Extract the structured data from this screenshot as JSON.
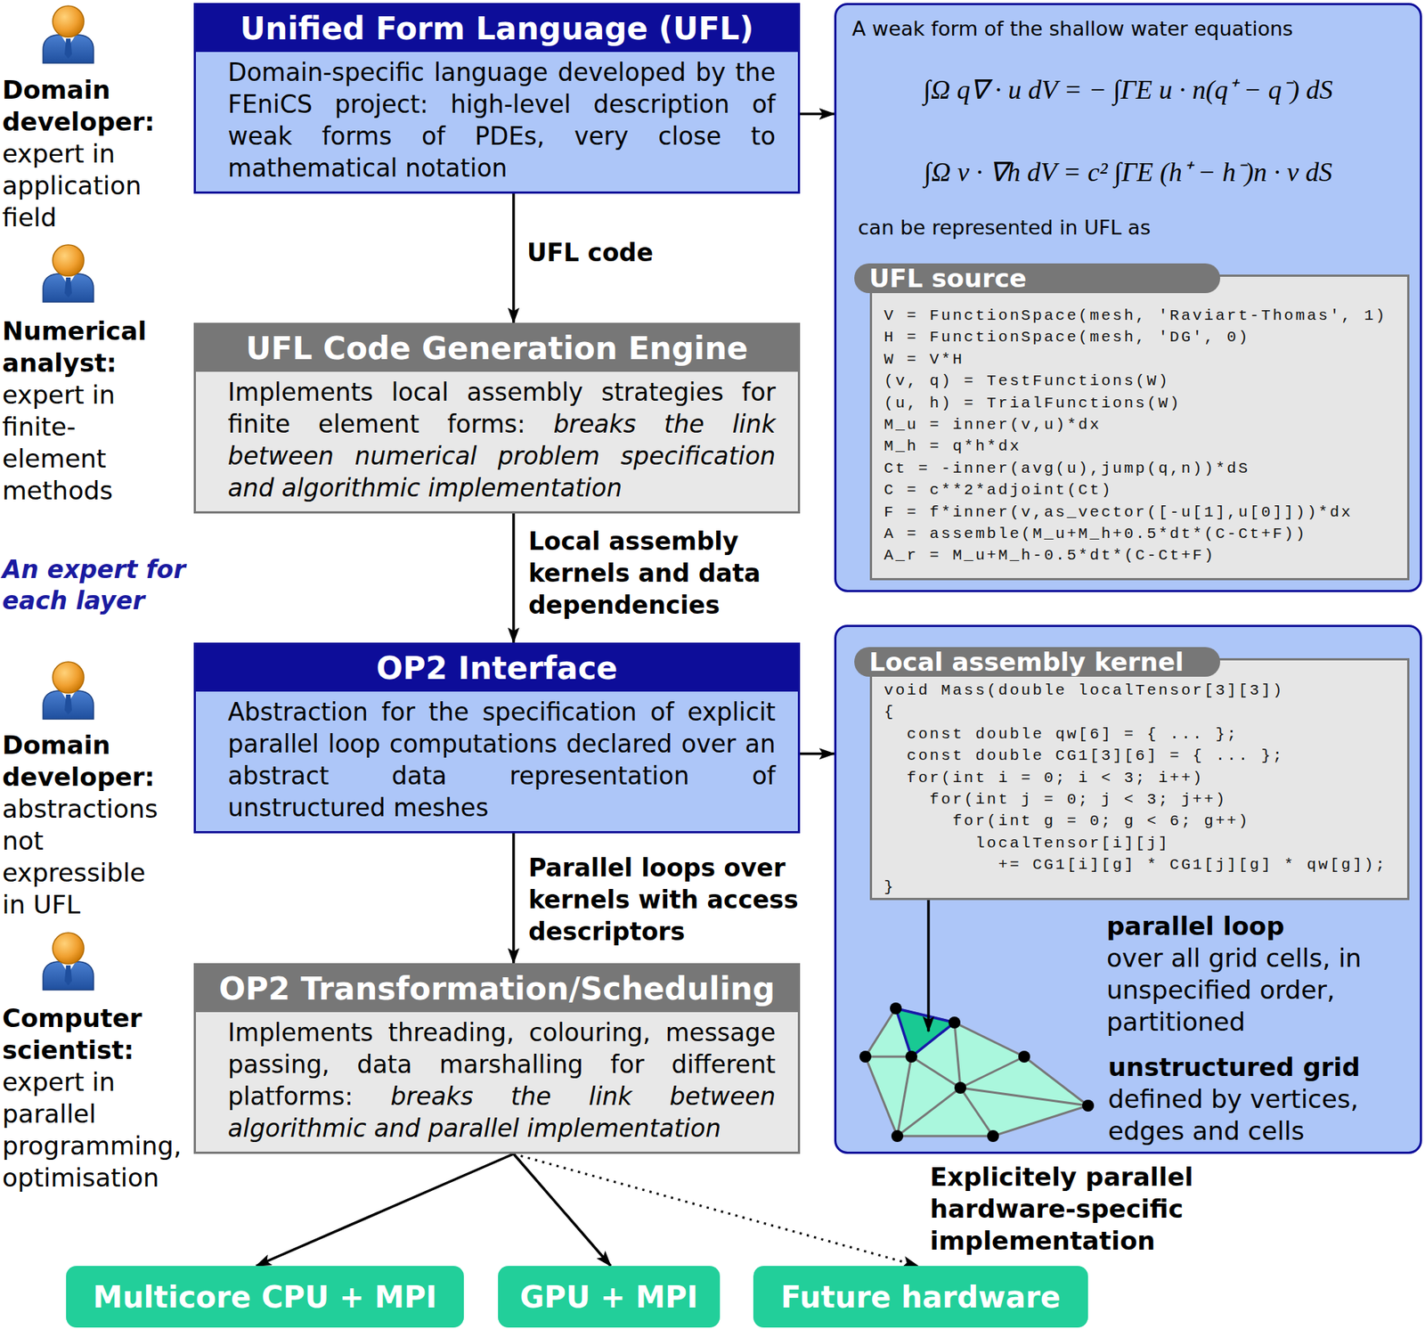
{
  "diagram": {
    "nodes": [
      {
        "text": [
          "Unified Form Language (UFL)",
          "Domain-specific language developed by the FEniCS project: high-level description of weak forms of PDEs, very close to mathematical notation"
        ]
      },
      {
        "text": [
          "UFL Code Generation Engine",
          "Implements local assembly strategies for finite element forms:",
          "breaks the link between numerical problem specification and algorithmic implementation"
        ]
      },
      {
        "text": [
          "OP2 Interface",
          "Abstraction for the specification of explicit parallel loop computations declared over an abstract data representation of unstructured meshes"
        ]
      },
      {
        "text": [
          "OP2 Transformation/Scheduling",
          "Implements threading, colouring, message passing, data marshalling for different platforms:",
          "breaks the link between algorithmic and parallel implementation"
        ]
      },
      {
        "text": [
          "A weak form of the shallow water equations",
          "∫Ω q∇ · u dV = − ∫ΓE u · n(q⁺ − q⁻) dS",
          "∫Ω v · ∇h dV = c² ∫ΓE (h⁺ − h⁻)n · v dS",
          "can be represented in UFL as"
        ]
      },
      {
        "text": [
          "UFL source",
          "V = FunctionSpace(mesh, 'Raviart-Thomas', 1)",
          "H = FunctionSpace(mesh, 'DG', 0)",
          "W = V*H",
          "(v, q) = TestFunctions(W)",
          "(u, h) = TrialFunctions(W)",
          "M_u = inner(v,u)*dx",
          "M_h = q*h*dx",
          "Ct = -inner(avg(u),jump(q,n))*dS",
          "C = c**2*adjoint(Ct)",
          "F = f*inner(v,as_vector([-u[1],u[0]]))*dx",
          "A = assemble(M_u+M_h+0.5*dt*(C-Ct+F))",
          "A_r = M_u+M_h-0.5*dt*(C-Ct+F)"
        ],
        "in": 4
      },
      {
        "text": [
          "parallel loop",
          "over all grid cells, in unspecified order, partitioned",
          "unstructured grid",
          "defined by vertices, edges and cells"
        ]
      },
      {
        "text": [
          "Local assembly kernel",
          "void Mass(double localTensor[3][3])",
          "{",
          "const double qw[6] = { ... };",
          "const double CG1[3][6] = { ... };",
          "for(int i = 0; i < 3; i++)",
          "for(int j = 0; j < 3; j++)",
          "for(int g = 0; g < 6; g++)",
          "localTensor[i][j]",
          "+= CG1[i][g] * CG1[j][g] * qw[g]);",
          "}"
        ],
        "in": 6
      },
      {
        "text": [
          "Multicore CPU + MPI"
        ]
      },
      {
        "text": [
          "GPU + MPI"
        ]
      },
      {
        "text": [
          "Future hardware"
        ]
      }
    ],
    "edges": [
      {
        "from": 0,
        "to": 1,
        "arrow": "to",
        "label": "UFL code"
      },
      {
        "from": 1,
        "to": 2,
        "arrow": "to",
        "label": "Local assembly kernels and data dependencies"
      },
      {
        "from": 2,
        "to": 3,
        "arrow": "to",
        "label": "Parallel loops over kernels with access descriptors"
      },
      {
        "from": 0,
        "to": 4,
        "arrow": "to"
      },
      {
        "from": 2,
        "to": 6,
        "arrow": "to"
      },
      {
        "from": 3,
        "to": 8,
        "arrow": "to"
      },
      {
        "from": 3,
        "to": 9,
        "arrow": "to"
      },
      {
        "from": 3,
        "to": 10,
        "arrow": "to"
      }
    ],
    "labels": [
      "Domain developer:",
      "expert in application field",
      "Numerical analyst:",
      "expert in finite-element methods",
      "An expert for each layer",
      "Domain developer:",
      "abstractions not expressible in UFL",
      "Computer scientist:",
      "expert in parallel programming, optimisation",
      "Explicitely parallel hardware-specific implementation"
    ]
  }
}
